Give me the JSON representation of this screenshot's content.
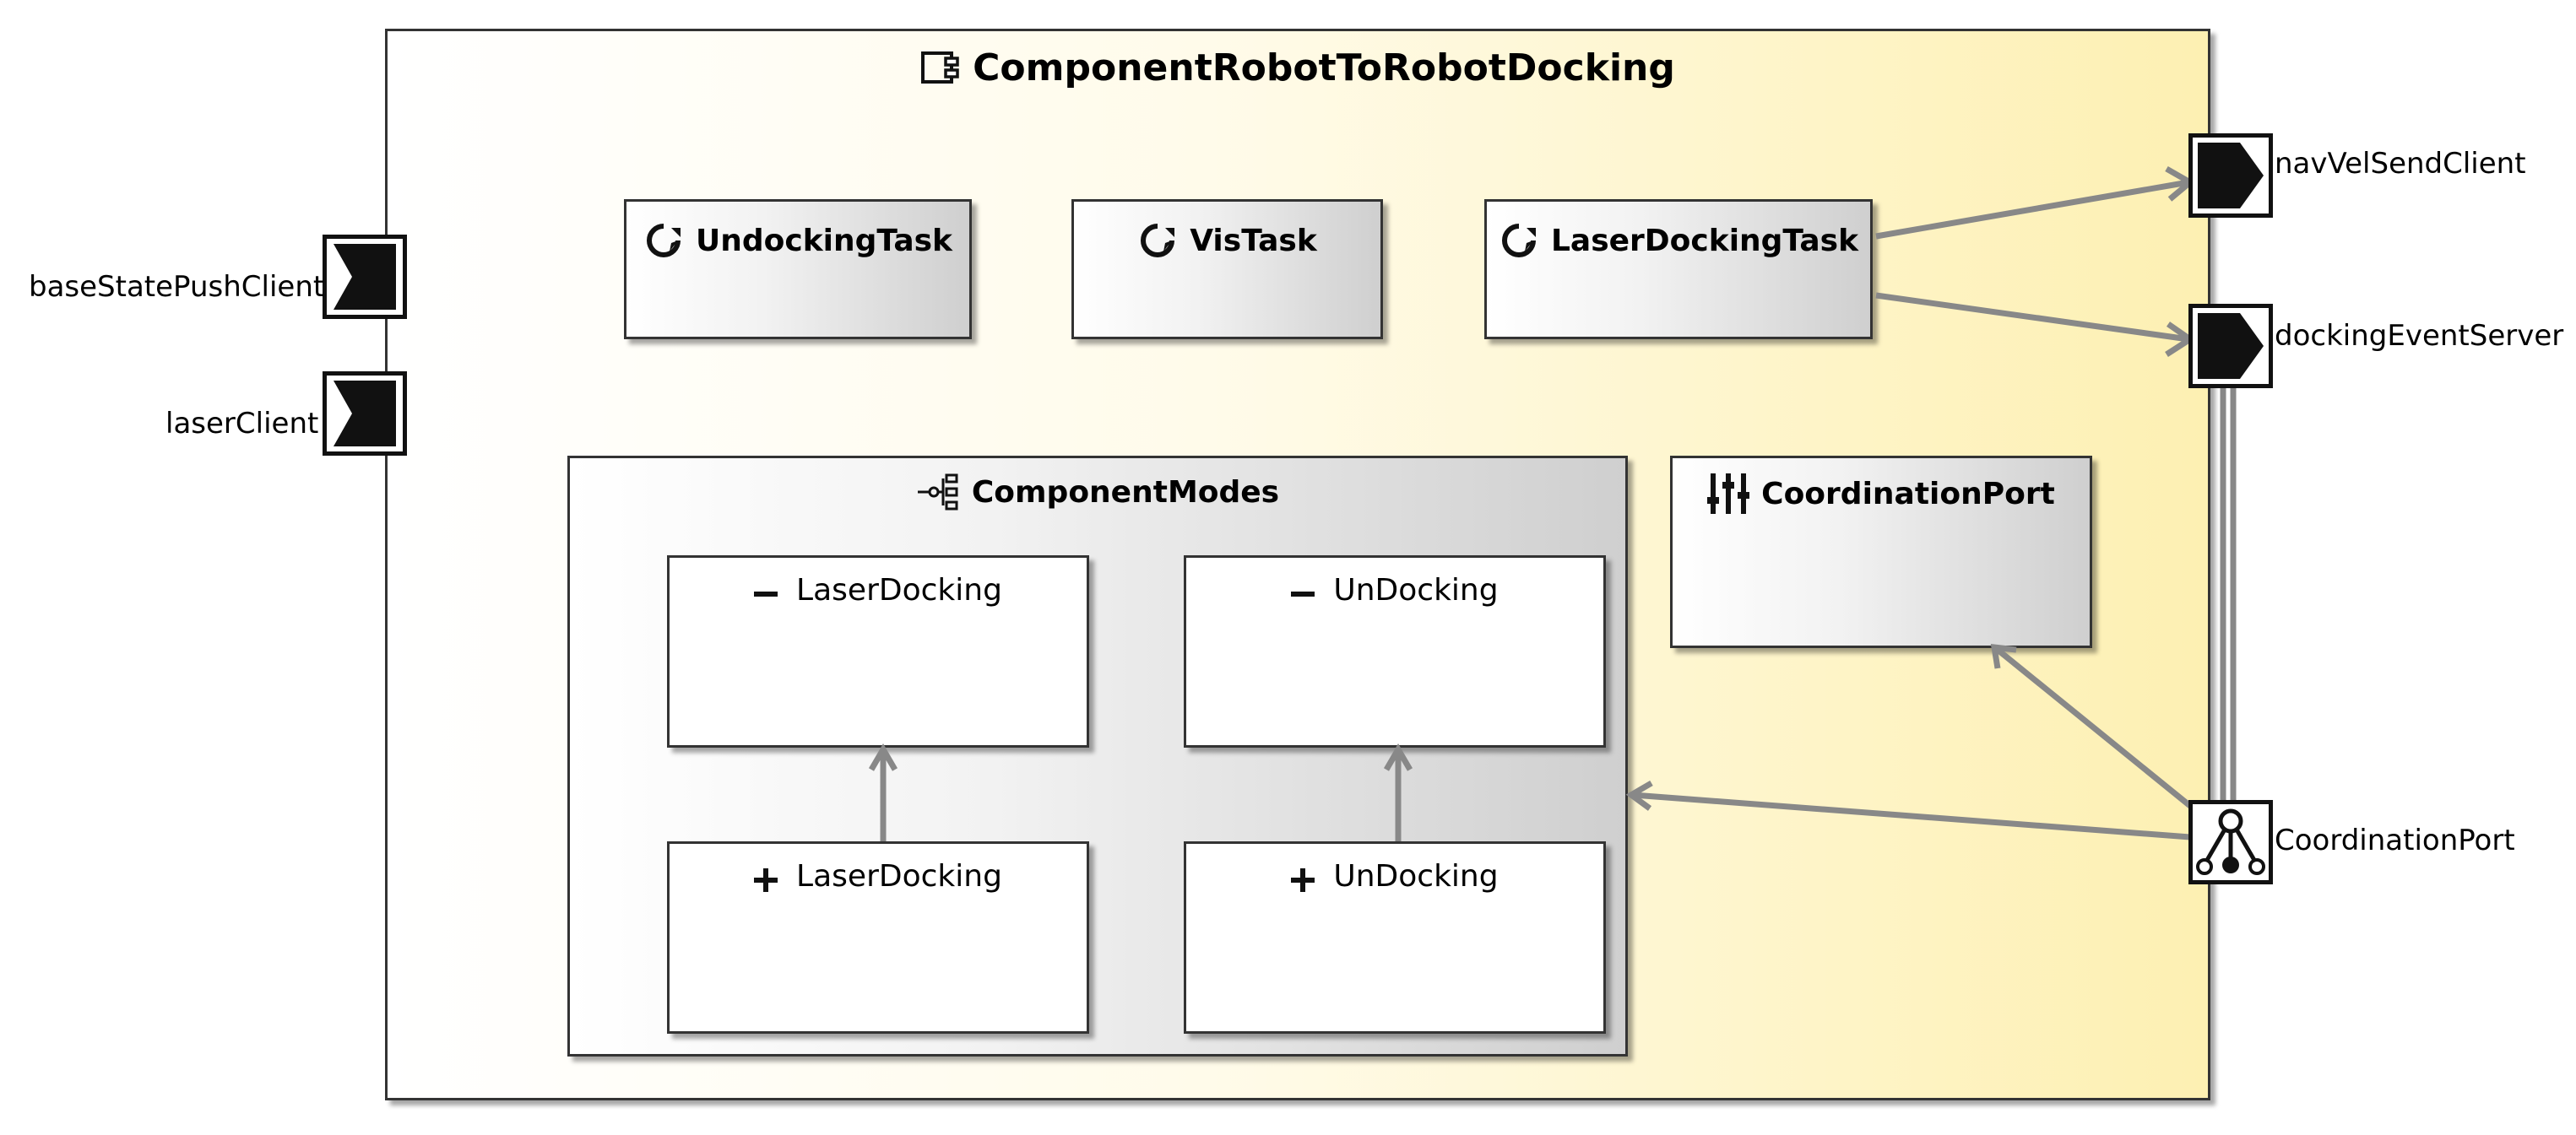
{
  "component": {
    "title": "ComponentRobotToRobotDocking",
    "icon": "component-icon"
  },
  "tasks": [
    {
      "label": "UndockingTask",
      "icon": "task-cycle-icon"
    },
    {
      "label": "VisTask",
      "icon": "task-cycle-icon"
    },
    {
      "label": "LaserDockingTask",
      "icon": "task-cycle-icon"
    }
  ],
  "modes": {
    "title": "ComponentModes",
    "icon": "modes-tree-icon",
    "items": [
      {
        "label": "LaserDocking",
        "sign": "minus"
      },
      {
        "label": "UnDocking",
        "sign": "minus"
      },
      {
        "label": "LaserDocking",
        "sign": "plus"
      },
      {
        "label": "UnDocking",
        "sign": "plus"
      }
    ]
  },
  "coordination": {
    "title": "CoordinationPort",
    "icon": "sliders-icon"
  },
  "ports": {
    "left": [
      {
        "label": "baseStatePushClient",
        "icon": "push-client-port-icon"
      },
      {
        "label": "laserClient",
        "icon": "client-port-icon"
      }
    ],
    "right": [
      {
        "label": "navVelSendClient",
        "icon": "send-client-port-icon"
      },
      {
        "label": "dockingEventServer",
        "icon": "event-server-port-icon"
      },
      {
        "label": "CoordinationPort",
        "icon": "coordination-port-icon"
      }
    ]
  }
}
